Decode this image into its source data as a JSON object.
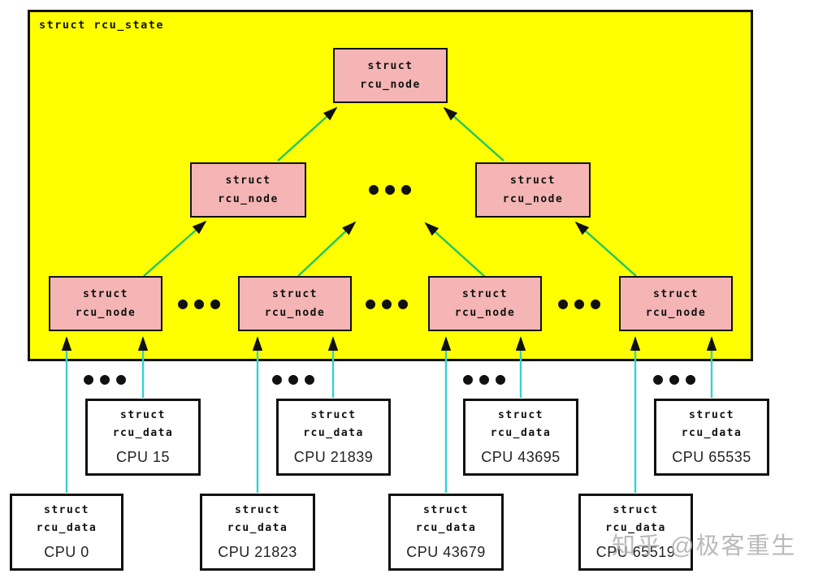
{
  "diagram": {
    "title": "struct rcu_state",
    "node_label": {
      "line1": "struct",
      "line2": "rcu_node"
    },
    "data_label": {
      "line1": "struct",
      "line2": "rcu_data"
    },
    "ellipsis": "●●●",
    "cpu_upper": [
      {
        "cpu": "CPU 15"
      },
      {
        "cpu": "CPU 21839"
      },
      {
        "cpu": "CPU 43695"
      },
      {
        "cpu": "CPU 65535"
      }
    ],
    "cpu_lower": [
      {
        "cpu": "CPU 0"
      },
      {
        "cpu": "CPU 21823"
      },
      {
        "cpu": "CPU 43679"
      },
      {
        "cpu": "CPU 65519"
      }
    ],
    "watermark": "知乎 @极客重生",
    "colors": {
      "state_background": "#ffff00",
      "node_background": "#f5b5b5",
      "tree_arrow_green": "#21c567",
      "data_arrow_cyan": "#36d1d1",
      "border_black": "#111111",
      "watermark_gray": "#b2b2b2"
    }
  }
}
